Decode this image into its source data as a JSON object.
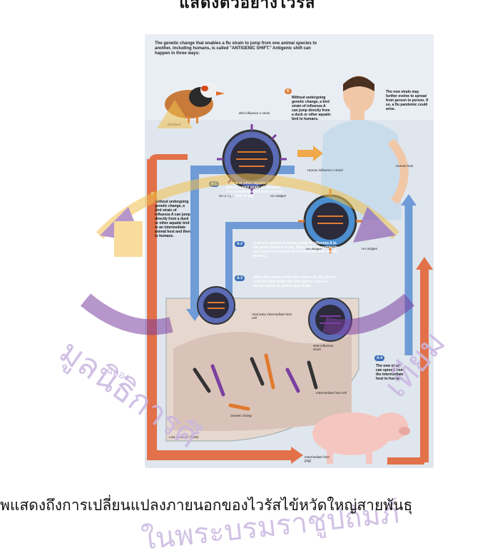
{
  "page": {
    "title": "แสดงตัวอย่างไวรัส",
    "caption": "พแสดงถึงการเปลี่ยนแปลงภายนอกของไวรัสไข้หวัดใหญ่สายพันธุ"
  },
  "watermark": {
    "left_text": "มูลนิธิการศึ",
    "right_text": "เทียม",
    "bottom_text": "ในพระบรมราชูปถัมภ์",
    "small_text": "ฉลอง"
  },
  "figure": {
    "intro": "The genetic change that enables a flu strain to jump from one animal species to another, including humans, is called \"ANTIGENIC SHIFT.\" Antigenic shift can happen in three ways:",
    "labels": {
      "duck": "Bird/duck",
      "bird_strain": "Bird influenza A strain",
      "human_strain": "Human influenza A strain",
      "na_antigen_1": "NA antigen",
      "ha_antigen_1": "HA antigen",
      "na_antigen_2": "NA antigen",
      "ha_antigen_2": "HA antigen",
      "human_host": "Human host",
      "viral_entry": "Viral entry intermediate host cell",
      "new_strain": "New influenza strain",
      "intermediate_cell": "Intermediate host cell",
      "genetic_mixing": "Genetic mixing",
      "live_tissue": "Live tissue (or fluids)",
      "intermediate_host_pig": "Intermediate host (pig)"
    },
    "notes": {
      "b_text": "Without undergoing genetic change, a bird strain of influenza A can jump directly from a duck or other aquatic bird to humans.",
      "c_text": "Without undergoing genetic change, a bird strain of influenza A can jump directly from a duck or other aquatic bird to an intermediate animal host and then to humans.",
      "spread_text": "The new strain may further evolve to spread from person to person. If so, a flu pandemic could arise.",
      "a1_text": "A duck or other aquatic bird passes a bird strain of influenza A to an intermediate host such as a chicken or pig.",
      "a2_text": "A person passes a human strain of influenza A to the same chicken or pig. (Note that reassortments can occur in a person who is infected with two flu strains.)",
      "a3_text": "When the viruses infect the same cell, the genes from the bird strain mix with genes from the human strain to yield a new strain.",
      "a4_text": "The new strain can spread from the intermediate host to humans."
    },
    "steps": {
      "b": "B",
      "c": "C",
      "a1": "A-1",
      "a2": "A-2",
      "a3": "A-3",
      "a4": "A-4"
    }
  },
  "colors": {
    "arrow_orange": "#e2714a",
    "arrow_blue": "#6f9bd6",
    "seal_purple": "#7b3fa0",
    "seal_gold": "#f2c14e",
    "watermark_text": "#c9b7e0"
  }
}
